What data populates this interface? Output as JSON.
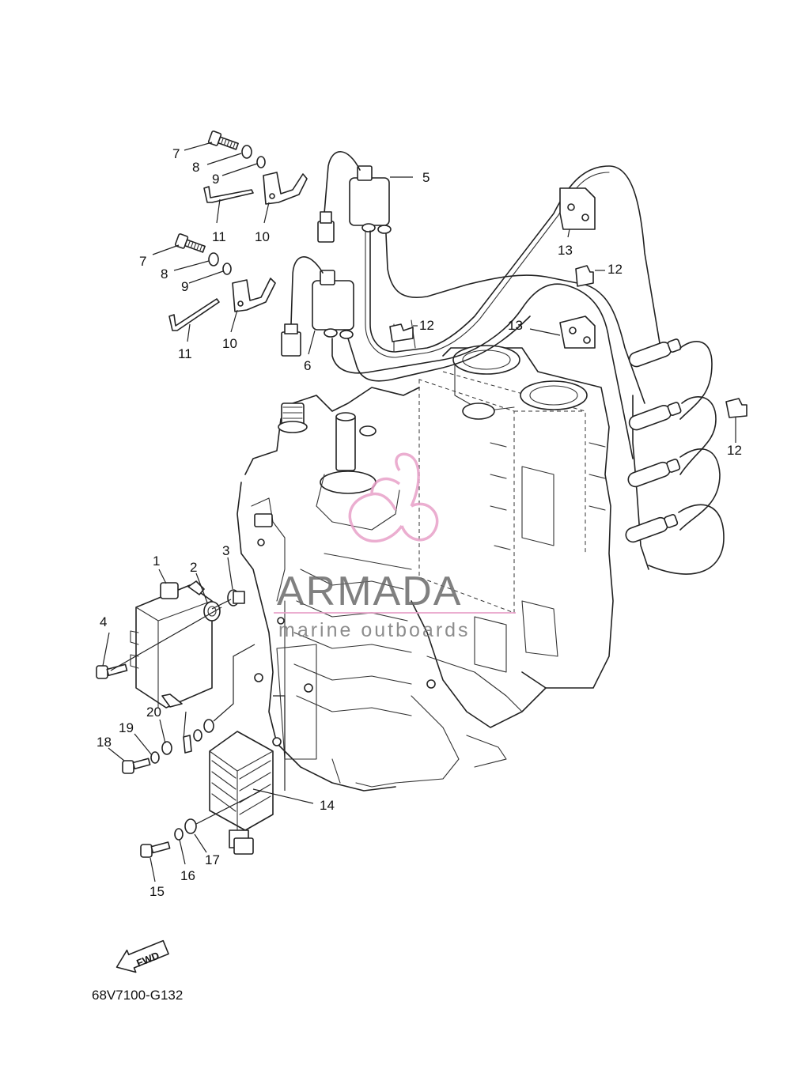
{
  "callouts": {
    "c1": "1",
    "c2": "2",
    "c3": "3",
    "c4": "4",
    "c5": "5",
    "c6": "6",
    "c7a": "7",
    "c7b": "7",
    "c8a": "8",
    "c8b": "8",
    "c9a": "9",
    "c9b": "9",
    "c10a": "10",
    "c10b": "10",
    "c11a": "11",
    "c11b": "11",
    "c12a": "12",
    "c12b": "12",
    "c12c": "12",
    "c13a": "13",
    "c13b": "13",
    "c14": "14",
    "c15": "15",
    "c16": "16",
    "c17": "17",
    "c18": "18",
    "c19": "19",
    "c20": "20"
  },
  "watermark": {
    "brand": "ARMADA",
    "tagline": "marine outboards",
    "accent_color": "#e8a0c8"
  },
  "direction_marker": {
    "label": "FWD",
    "icon": "forward-arrow-icon"
  },
  "diagram_code": "68V7100-G132"
}
